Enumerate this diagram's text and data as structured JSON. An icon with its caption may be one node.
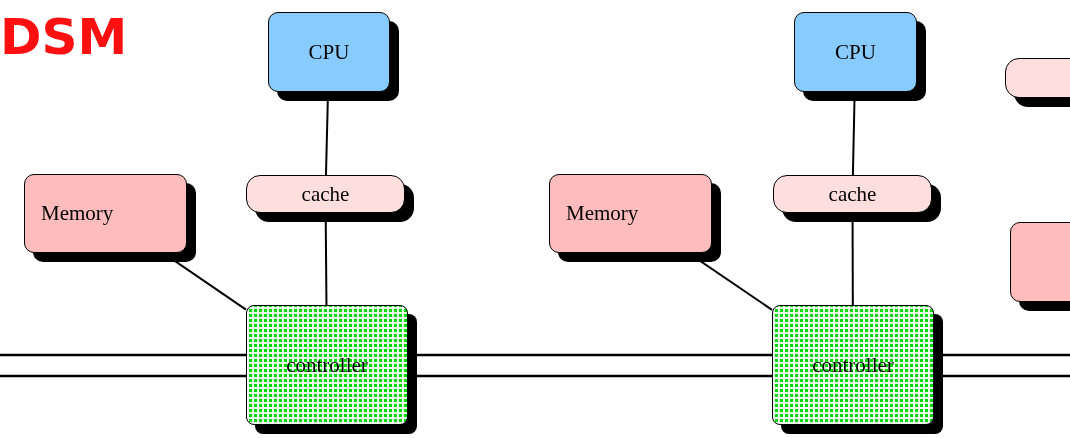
{
  "diagram": {
    "title": "DSM",
    "nodes": [
      {
        "text": [
          "CPU"
        ]
      },
      {
        "text": [
          "cache"
        ]
      },
      {
        "text": [
          "Memory"
        ]
      },
      {
        "text": [
          "controller"
        ]
      },
      {
        "text": [
          "CPU"
        ]
      },
      {
        "text": [
          "cache"
        ]
      },
      {
        "text": [
          "Memory"
        ]
      },
      {
        "text": [
          "controller"
        ]
      },
      {
        "text": [],
        "shape": "box"
      },
      {
        "text": [],
        "shape": "box"
      }
    ],
    "edges": [
      {
        "from": 0,
        "to": 1,
        "arrow": "none"
      },
      {
        "from": 1,
        "to": 3,
        "arrow": "none"
      },
      {
        "from": 2,
        "to": 3,
        "arrow": "none"
      },
      {
        "from": 4,
        "to": 5,
        "arrow": "none"
      },
      {
        "from": 5,
        "to": 7,
        "arrow": "none"
      },
      {
        "from": 6,
        "to": 7,
        "arrow": "none"
      },
      {
        "from": null,
        "to": 3,
        "arrow": "none"
      },
      {
        "from": 3,
        "to": 7,
        "arrow": "none"
      },
      {
        "from": 7,
        "to": null,
        "arrow": "none"
      }
    ]
  }
}
